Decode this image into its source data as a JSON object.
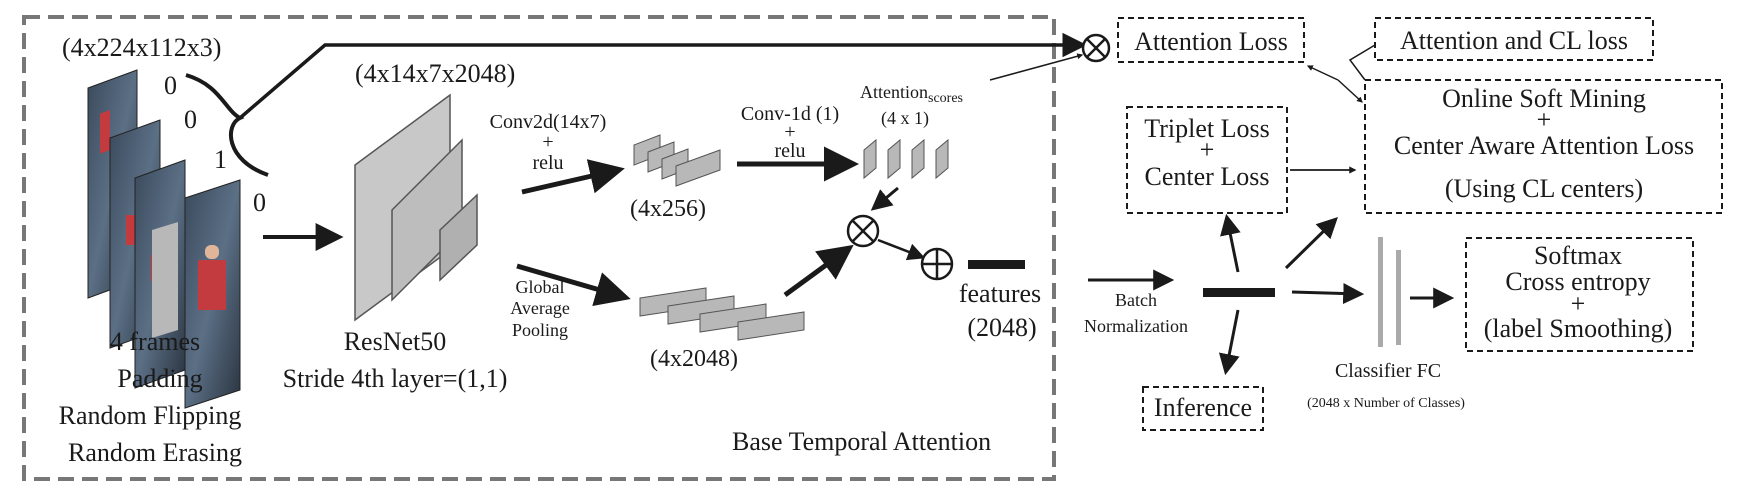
{
  "input": {
    "shape": "(4x224x112x3)",
    "frame_labels": [
      "0",
      "0",
      "1",
      "0"
    ],
    "caption": [
      "4 frames",
      "Padding",
      "Random Flipping",
      "Random Erasing"
    ]
  },
  "backbone": {
    "shape": "(4x14x7x2048)",
    "name": "ResNet50",
    "detail": "Stride 4th layer=(1,1)"
  },
  "attention_branch": {
    "conv2d": [
      "Conv2d(14x7)",
      "+",
      "relu"
    ],
    "conv2d_out": "(4x256)",
    "conv1d": [
      "Conv-1d (1)",
      "+",
      "relu"
    ],
    "scores_label": "Attention",
    "scores_sub": "scores",
    "scores_shape": "(4 x 1)"
  },
  "gap_branch": {
    "label": [
      "Global",
      "Average",
      "Pooling"
    ],
    "out": "(4x2048)"
  },
  "features": {
    "label": "features",
    "dim": "(2048)"
  },
  "base_label": "Base Temporal Attention",
  "batch_norm": [
    "Batch",
    "Normalization"
  ],
  "losses": {
    "attention_loss": "Attention Loss",
    "attention_cl": "Attention and CL loss",
    "triplet": [
      "Triplet Loss",
      "+",
      "Center Loss"
    ],
    "online": [
      "Online Soft Mining",
      "+",
      "Center Aware Attention Loss",
      "(Using CL centers)"
    ],
    "softmax": [
      "Softmax",
      "Cross entropy",
      "+",
      "(label Smoothing)"
    ]
  },
  "inference": "Inference",
  "classifier": {
    "name": "Classifier FC",
    "shape": "(2048 x Number of Classes)"
  }
}
